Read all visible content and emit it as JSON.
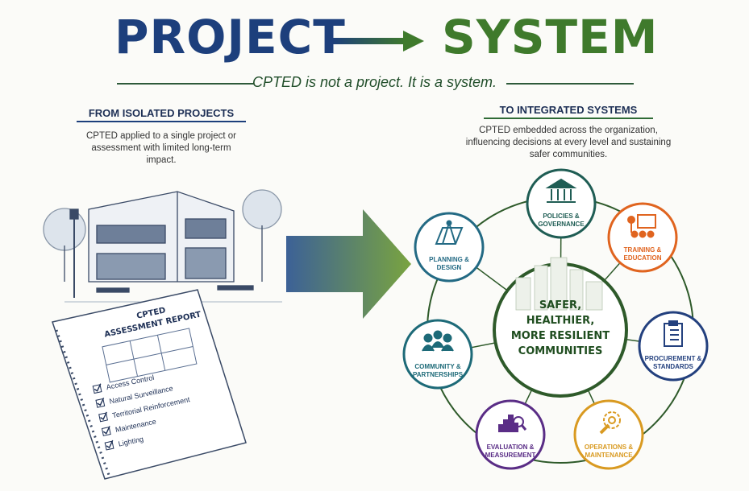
{
  "title": {
    "left": "PROJECT",
    "right": "SYSTEM"
  },
  "subtitle": "CPTED is not a project. It is a system.",
  "left_panel": {
    "heading": "FROM ISOLATED PROJECTS",
    "body": "CPTED applied to a single project or assessment with limited long-term impact."
  },
  "right_panel": {
    "heading": "TO INTEGRATED SYSTEMS",
    "body": "CPTED embedded across the organization, influencing decisions at every level and sustaining safer communities."
  },
  "report": {
    "title_line1": "CPTED",
    "title_line2": "ASSESSMENT REPORT",
    "checklist": [
      "Access Control",
      "Natural Surveillance",
      "Territorial Reinforcement",
      "Maintenance",
      "Lighting"
    ]
  },
  "center": {
    "lines": [
      "SAFER,",
      "HEALTHIER,",
      "MORE RESILIENT",
      "COMMUNITIES"
    ]
  },
  "nodes": [
    {
      "label1": "POLICIES &",
      "label2": "GOVERNANCE",
      "color": "#1f5d54",
      "icon": "building-columns-icon"
    },
    {
      "label1": "TRAINING &",
      "label2": "EDUCATION",
      "color": "#e0641f",
      "icon": "teacher-icon"
    },
    {
      "label1": "PROCUREMENT &",
      "label2": "STANDARDS",
      "color": "#23407e",
      "icon": "clipboard-checklist-icon"
    },
    {
      "label1": "OPERATIONS &",
      "label2": "MAINTENANCE",
      "color": "#d99a21",
      "icon": "gear-wrench-icon"
    },
    {
      "label1": "EVALUATION &",
      "label2": "MEASUREMENT",
      "color": "#5a2d86",
      "icon": "chart-magnifier-icon"
    },
    {
      "label1": "COMMUNITY &",
      "label2": "PARTNERSHIPS",
      "color": "#1d6a78",
      "icon": "people-group-icon"
    },
    {
      "label1": "PLANNING &",
      "label2": "DESIGN",
      "color": "#236a84",
      "icon": "compass-blueprint-icon"
    }
  ],
  "colors": {
    "project_blue": "#1d3f7c",
    "system_green": "#3f7a2c",
    "ring_green": "#2e5a2a"
  }
}
